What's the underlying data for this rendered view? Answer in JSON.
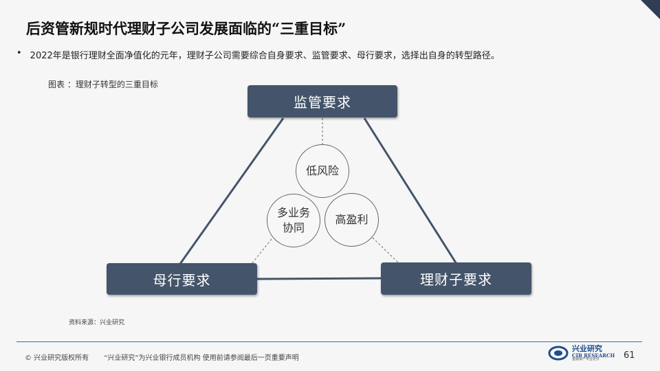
{
  "header": {
    "title": "后资管新规时代理财子公司发展面临的“三重目标”"
  },
  "bullet": {
    "symbol": "•",
    "text": "2022年是银行理财全面净值化的元年，理财子公司需要综合自身要求、监管要求、母行要求，选择出自身的转型路径。"
  },
  "figure": {
    "caption": "图表 ：理财子转型的三重目标",
    "boxes": {
      "top": "监管要求",
      "left": "母行要求",
      "right": "理财子要求"
    },
    "circles": {
      "top": "低风险",
      "left_line1": "多业务",
      "left_line2": "协同",
      "right": "高盈利"
    },
    "source": "资料来源：兴业研究"
  },
  "footer": {
    "copyright": "© 兴业研究版权所有",
    "notice": "“兴业研究”为兴业银行成员机构 使用前请参阅最后一页重要声明",
    "logo_cn": "兴业研究",
    "logo_en": "CIB RESEARCH",
    "logo_sub": "金融资产专业定价",
    "page": "61"
  },
  "colors": {
    "box_fill": "#44546a",
    "footer_rule": "#2f6fa8",
    "corner": "#2f3d55"
  }
}
